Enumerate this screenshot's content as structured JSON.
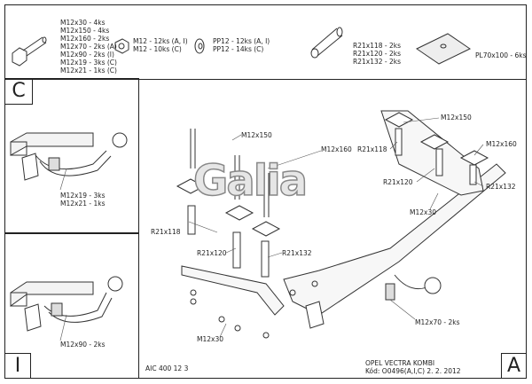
{
  "parts": {
    "bolts": [
      "M12x30 - 4ks",
      "M12x150 - 4ks",
      "M12x160 - 2ks",
      "M12x70 - 2ks (A)",
      "M12x90 - 2ks (I)",
      "M12x19 - 3ks (C)",
      "M12x21 - 1ks (C)"
    ],
    "nuts": [
      "M12 - 12ks (A, I)",
      "M12 - 10ks (C)"
    ],
    "washers": [
      "PP12 - 12ks (A, I)",
      "PP12 - 14ks (C)"
    ],
    "tubes": [
      "R21x118 - 2ks",
      "R21x120 - 2ks",
      "R21x132 - 2ks"
    ],
    "plate": "PL70x100 - 6ks"
  },
  "panel_c": {
    "label": "C",
    "callouts": [
      "M12x19 - 3ks",
      "M12x21 - 1ks"
    ]
  },
  "panel_i": {
    "label": "I",
    "callouts": [
      "M12x90 - 2ks"
    ]
  },
  "panel_a": {
    "label": "A",
    "logo": "Galia",
    "callouts": {
      "left_m12x150": "M12x150",
      "left_m12x160": "M12x160",
      "left_r21x118": "R21x118",
      "left_r21x120": "R21x120",
      "left_r21x132": "R21x132",
      "left_m12x30": "M12x30",
      "right_m12x150": "M12x150",
      "right_r21x118": "R21x118",
      "right_m12x160": "M12x160",
      "right_r21x120": "R21x120",
      "right_r21x132": "R21x132",
      "right_m12x30": "M12x30",
      "m12x70": "M12x70 - 2ks"
    }
  },
  "footer": {
    "drawing_no": "AIC 400 12 3",
    "vehicle": "OPEL VECTRA KOMBI",
    "code": "Kód: O0496(A,I,C)  2. 2. 2012"
  }
}
